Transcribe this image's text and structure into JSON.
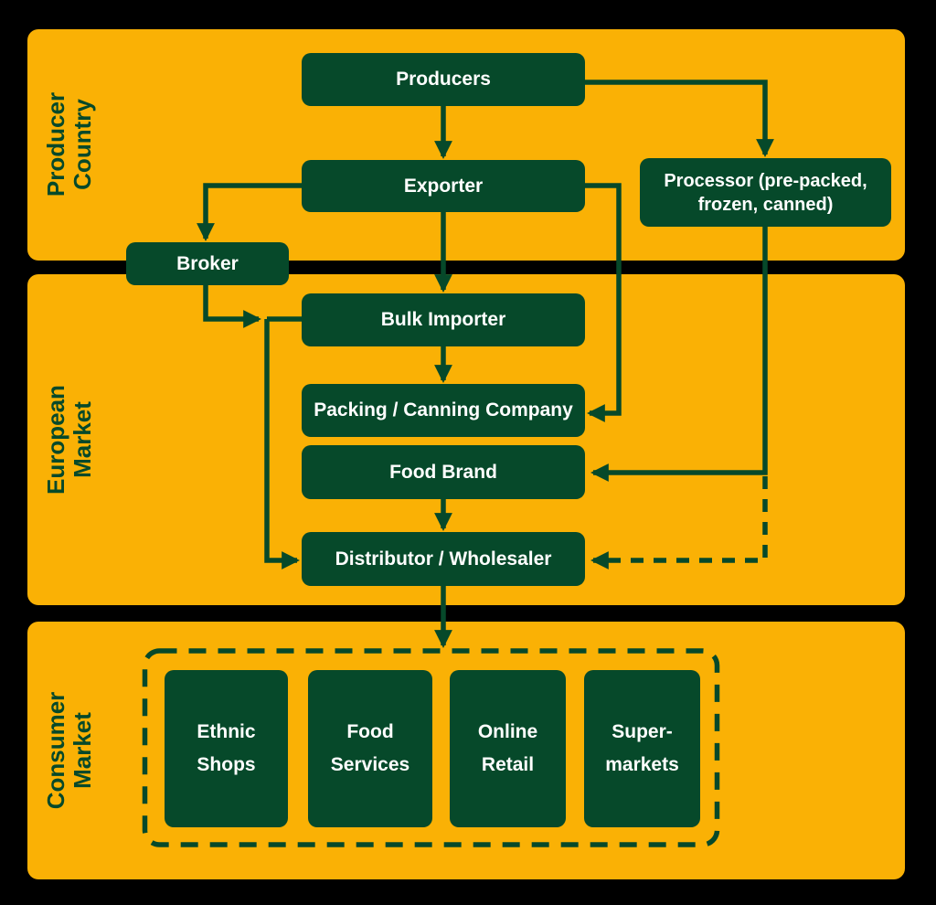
{
  "title": "Export value chain flow diagram",
  "colors": {
    "background": "#000000",
    "band_orange": "#FAB105",
    "box_green": "#06492A",
    "box_text": "#FFFFFF",
    "line_green": "#06492A"
  },
  "bands": {
    "producer": {
      "line1": "Producer",
      "line2": "Country"
    },
    "european": {
      "line1": "European",
      "line2": "Market"
    },
    "consumer": {
      "line1": "Consumer",
      "line2": "Market"
    }
  },
  "nodes": {
    "producers": {
      "label": "Producers"
    },
    "exporter": {
      "label": "Exporter"
    },
    "processor": {
      "line1": "Processor (pre-packed,",
      "line2": "frozen, canned)"
    },
    "broker": {
      "label": "Broker"
    },
    "bulk_importer": {
      "label": "Bulk Importer"
    },
    "packing": {
      "label": "Packing / Canning Company"
    },
    "food_brand": {
      "label": "Food Brand"
    },
    "distributor": {
      "label": "Distributor / Wholesaler"
    },
    "consumer_channels": [
      {
        "line1": "Ethnic",
        "line2": "Shops"
      },
      {
        "line1": "Food",
        "line2": "Services"
      },
      {
        "line1": "Online",
        "line2": "Retail"
      },
      {
        "line1": "Super-",
        "line2": "markets"
      }
    ]
  },
  "edges": [
    {
      "from": "Producers",
      "to": "Exporter",
      "style": "solid"
    },
    {
      "from": "Producers",
      "to": "Processor (pre-packed, frozen, canned)",
      "style": "solid"
    },
    {
      "from": "Exporter",
      "to": "Broker",
      "style": "solid"
    },
    {
      "from": "Exporter",
      "to": "Bulk Importer",
      "style": "solid"
    },
    {
      "from": "Exporter",
      "to": "Packing / Canning Company",
      "style": "solid"
    },
    {
      "from": "Broker",
      "to": "Bulk Importer",
      "style": "solid"
    },
    {
      "from": "Broker",
      "to": "Distributor / Wholesaler",
      "style": "solid"
    },
    {
      "from": "Bulk Importer",
      "to": "Packing / Canning Company",
      "style": "solid"
    },
    {
      "from": "Processor (pre-packed, frozen, canned)",
      "to": "Food Brand",
      "style": "solid"
    },
    {
      "from": "Processor (pre-packed, frozen, canned)",
      "to": "Distributor / Wholesaler",
      "style": "dashed"
    },
    {
      "from": "Food Brand",
      "to": "Distributor / Wholesaler",
      "style": "solid"
    },
    {
      "from": "Distributor / Wholesaler",
      "to": "Consumer Market channels",
      "style": "solid"
    }
  ]
}
